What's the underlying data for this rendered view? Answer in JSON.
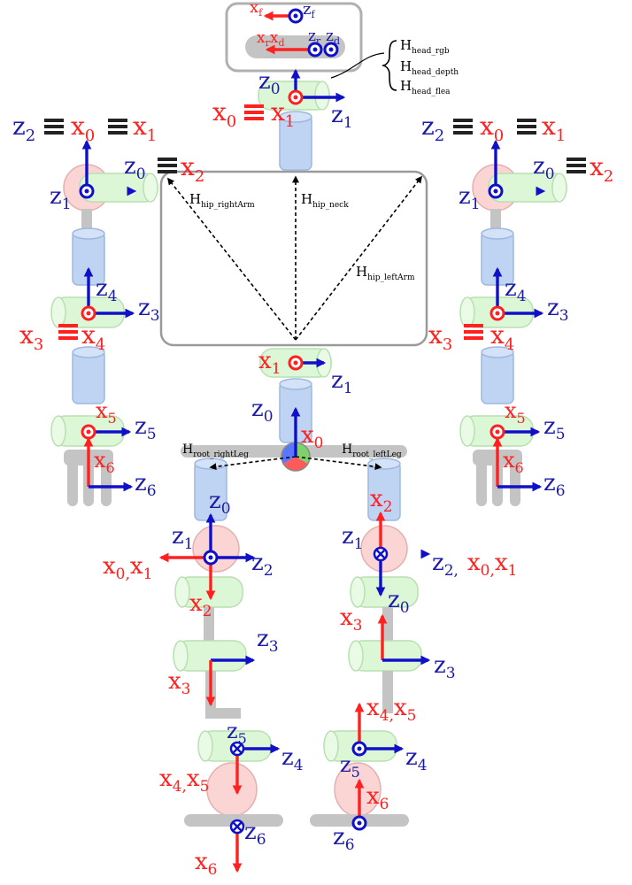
{
  "colors": {
    "x_axis": "#ff2020",
    "z_axis": "#1010c8",
    "z_label": "#1a1aa8",
    "x_label": "#ff2020",
    "link_gray": "#bdbdbd",
    "cyl_blue": "#bfd4f2",
    "cyl_green": "#dcf7d6",
    "sphere_pink": "#fbd4d4",
    "equiv": "#222222"
  },
  "labels": {
    "head_cam": [
      "x",
      "f",
      "z",
      "f",
      "x",
      "r",
      "x",
      "d",
      "z",
      "r",
      "z",
      "d"
    ],
    "neck": [
      "z",
      "0",
      "x",
      "0",
      "x",
      "1",
      "z",
      "1"
    ],
    "right_arm": [
      "z",
      "2",
      "x",
      "0",
      "x",
      "1",
      "z",
      "0",
      "x",
      "2",
      "z",
      "1",
      "z",
      "4",
      "z",
      "3",
      "x",
      "3",
      "x",
      "4",
      "x",
      "5",
      "z",
      "5",
      "x",
      "6",
      "z",
      "6"
    ],
    "left_arm": [
      "z",
      "2",
      "x",
      "0",
      "x",
      "1",
      "z",
      "0",
      "x",
      "2",
      "z",
      "1",
      "z",
      "4",
      "z",
      "3",
      "x",
      "3",
      "x",
      "4",
      "x",
      "5",
      "z",
      "5",
      "x",
      "6",
      "z",
      "6"
    ],
    "hip": [
      "x",
      "1",
      "z",
      "1",
      "z",
      "0",
      "x",
      "0"
    ],
    "right_leg": [
      "z",
      "0",
      "z",
      "1",
      "z",
      "2",
      "x",
      "0,",
      "x",
      "1",
      "x",
      "2",
      "z",
      "3",
      "x",
      "3",
      "z",
      "5",
      "z",
      "4",
      "x",
      "4,",
      "x",
      "5",
      "z",
      "6",
      "x",
      "6"
    ],
    "left_leg": [
      "x",
      "2",
      "z",
      "1",
      "z",
      "2,",
      "x",
      "0,",
      "x",
      "1",
      "z",
      "0",
      "x",
      "3",
      "z",
      "3",
      "x",
      "4,",
      "x",
      "5",
      "z",
      "5",
      "z",
      "4",
      "x",
      "6",
      "z",
      "6"
    ]
  },
  "transforms": {
    "H_head": "H",
    "head_rgb": "head_rgb",
    "head_depth": "head_depth",
    "head_flea": "head_flea",
    "H_hip_rightArm": "H",
    "hip_rightArm": "hip_rightArm",
    "H_hip_neck": "H",
    "hip_neck": "hip_neck",
    "H_hip_leftArm": "H",
    "hip_leftArm": "hip_leftArm",
    "H_root_rightLeg": "H",
    "root_rightLeg": "root_rightLeg",
    "H_root_leftLeg": "H",
    "root_leftLeg": "root_leftLeg"
  }
}
